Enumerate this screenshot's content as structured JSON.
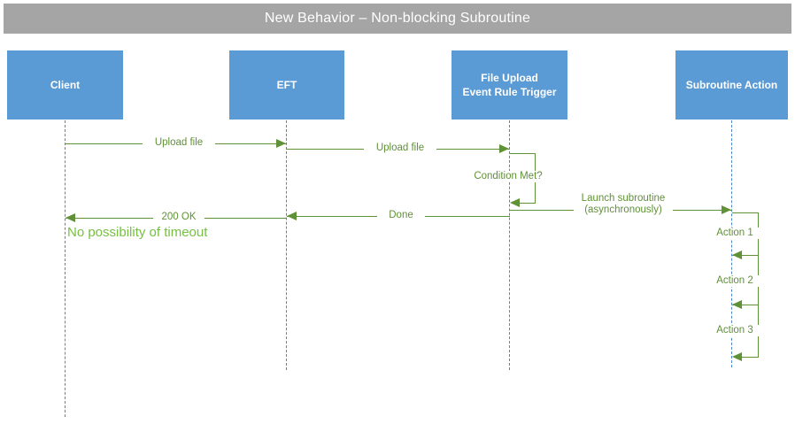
{
  "diagram": {
    "title": "New Behavior – Non-blocking Subroutine",
    "type": "uml-sequence-diagram",
    "colors": {
      "title_bar": "#a5a5a5",
      "actor_box": "#5b9bd5",
      "lifeline": "#4a86c8",
      "arrow": "#5f9136",
      "note": "#76c043",
      "background": "#ffffff"
    },
    "actors": [
      {
        "id": "client",
        "label": "Client"
      },
      {
        "id": "eft",
        "label": "EFT"
      },
      {
        "id": "fileupload",
        "label": "File Upload\nEvent Rule Trigger"
      },
      {
        "id": "subroutine",
        "label": "Subroutine Action"
      }
    ],
    "messages": [
      {
        "id": "m1",
        "label": "Upload file",
        "from": "client",
        "to": "eft",
        "direction": "right"
      },
      {
        "id": "m2",
        "label": "Upload file",
        "from": "eft",
        "to": "fileupload",
        "direction": "right"
      },
      {
        "id": "m3",
        "label": "Condition Met?",
        "from": "fileupload",
        "to": "fileupload",
        "direction": "self"
      },
      {
        "id": "m4",
        "label": "Done",
        "from": "fileupload",
        "to": "eft",
        "direction": "left"
      },
      {
        "id": "m5",
        "label": "200 OK",
        "from": "eft",
        "to": "client",
        "direction": "left"
      },
      {
        "id": "m6",
        "label": "Launch subroutine\n(asynchronously)",
        "from": "fileupload",
        "to": "subroutine",
        "direction": "right"
      },
      {
        "id": "m7",
        "label": "Action 1",
        "from": "subroutine",
        "to": "subroutine",
        "direction": "self"
      },
      {
        "id": "m8",
        "label": "Action 2",
        "from": "subroutine",
        "to": "subroutine",
        "direction": "self"
      },
      {
        "id": "m9",
        "label": "Action 3",
        "from": "subroutine",
        "to": "subroutine",
        "direction": "self"
      }
    ],
    "notes": [
      {
        "id": "n1",
        "label": "No possibility of timeout"
      }
    ]
  }
}
